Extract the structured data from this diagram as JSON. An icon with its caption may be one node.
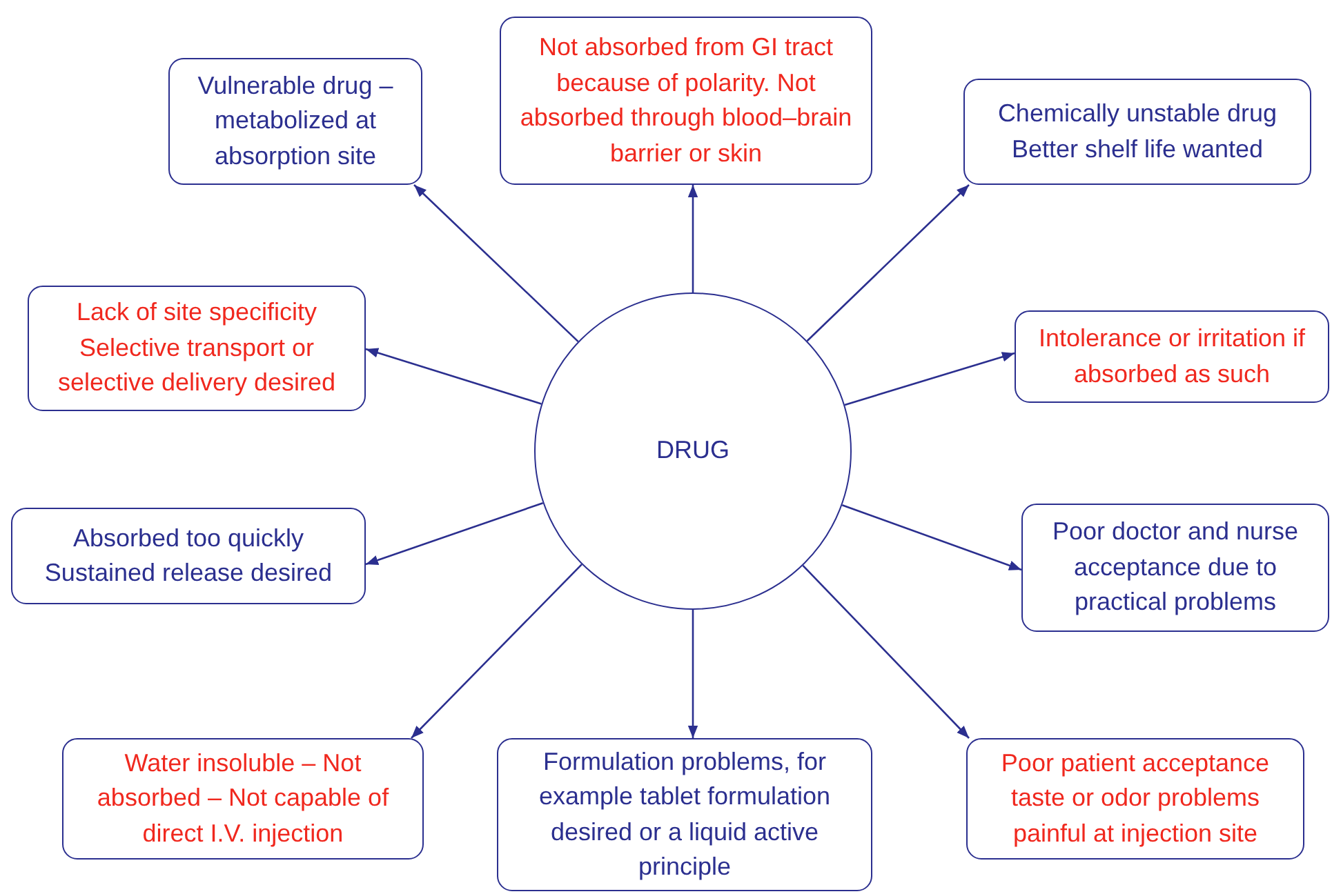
{
  "diagram": {
    "nodes": [
      {
        "text": [
          "Not absorbed from GI tract because of polarity. Not absorbed through blood–brain barrier or skin"
        ]
      },
      {
        "text": [
          "Vulnerable drug – metabolized at absorption site"
        ]
      },
      {
        "text": [
          "Chemically unstable drug Better shelf life wanted"
        ]
      },
      {
        "text": [
          "Lack of site specificity Selective transport or selective delivery desired"
        ]
      },
      {
        "text": [
          "Intolerance or irritation if absorbed as such"
        ]
      },
      {
        "text": [
          "DRUG"
        ]
      },
      {
        "text": [
          "Absorbed too quickly Sustained release desired"
        ]
      },
      {
        "text": [
          "Poor doctor and nurse acceptance due to practical problems"
        ]
      },
      {
        "text": [
          "Water insoluble – Not absorbed – Not capable of direct I.V. injection"
        ]
      },
      {
        "text": [
          "Formulation problems, for example tablet formulation desired or a liquid active principle"
        ]
      },
      {
        "text": [
          "Poor patient acceptance taste or odor problems painful at injection site"
        ]
      }
    ],
    "edges": [
      {
        "from": 5,
        "to": 1,
        "arrow": "to"
      },
      {
        "from": 5,
        "to": 0,
        "arrow": "to"
      },
      {
        "from": 5,
        "to": 2,
        "arrow": "to"
      },
      {
        "from": 5,
        "to": 3,
        "arrow": "to"
      },
      {
        "from": 5,
        "to": 4,
        "arrow": "to"
      },
      {
        "from": 5,
        "to": 6,
        "arrow": "to"
      },
      {
        "from": 5,
        "to": 7,
        "arrow": "to"
      },
      {
        "from": 5,
        "to": 8,
        "arrow": "to"
      },
      {
        "from": 5,
        "to": 9,
        "arrow": "to"
      },
      {
        "from": 5,
        "to": 10,
        "arrow": "to"
      }
    ]
  }
}
